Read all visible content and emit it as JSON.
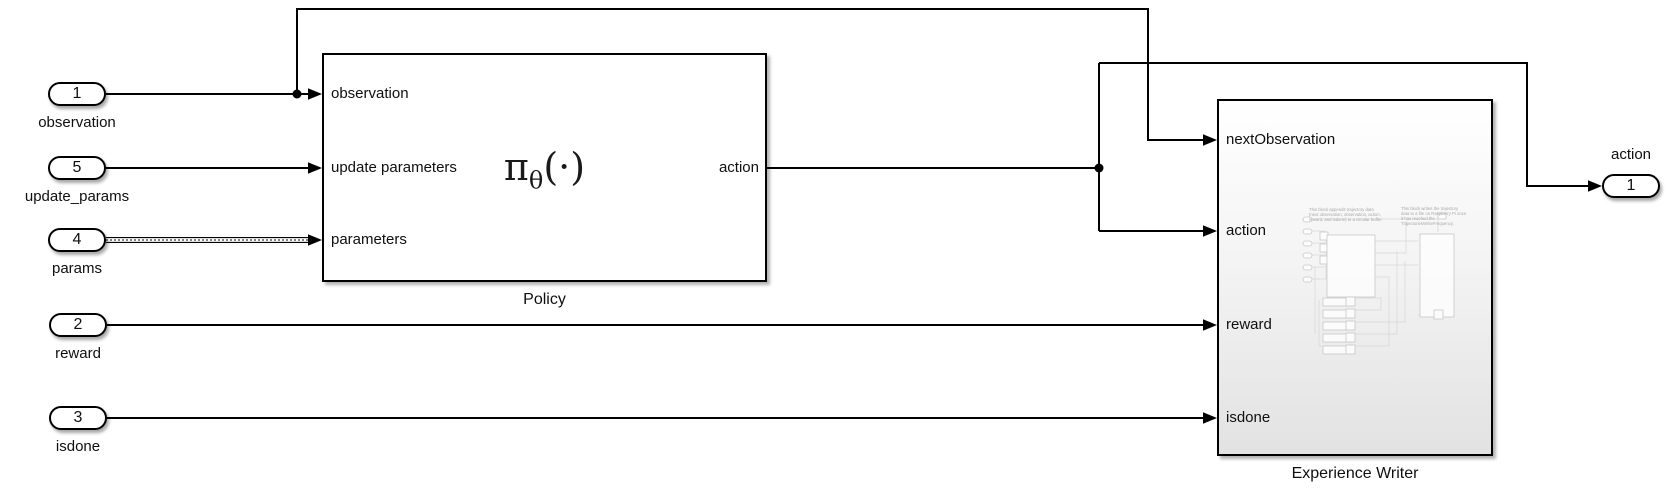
{
  "app": {
    "description": "Simulink block diagram canvas"
  },
  "colors": {
    "background": "#ffffff",
    "line": "#000000",
    "block_border": "#000000",
    "block_fill": "#ffffff",
    "experience_writer_gradient_bottom": "#e2e2e2",
    "preview_ink": "#c9c9c9",
    "text": "#0f0f0f"
  },
  "input_ports": [
    {
      "number": "1",
      "label": "observation"
    },
    {
      "number": "5",
      "label": "update_params"
    },
    {
      "number": "4",
      "label": "params"
    },
    {
      "number": "2",
      "label": "reward"
    },
    {
      "number": "3",
      "label": "isdone"
    }
  ],
  "output_port": {
    "number": "1",
    "label": "action"
  },
  "policy_block": {
    "caption": "Policy",
    "formula": {
      "pi": "π",
      "subscript": "θ",
      "argument": "(·)"
    },
    "ports_in": [
      "observation",
      "update parameters",
      "parameters"
    ],
    "port_out": "action"
  },
  "experience_writer_block": {
    "caption": "Experience Writer",
    "ports_in": [
      "nextObservation",
      "action",
      "reward",
      "isdone"
    ],
    "preview_notes": {
      "left": "This block appends trajectory data (next observation, observation, action, reward, and isdone) to a circular buffer.",
      "right": "This block writes the trajectory data to a file on Raspberry Pi once it has reached the TrajectoriesWriteFrequency."
    }
  }
}
